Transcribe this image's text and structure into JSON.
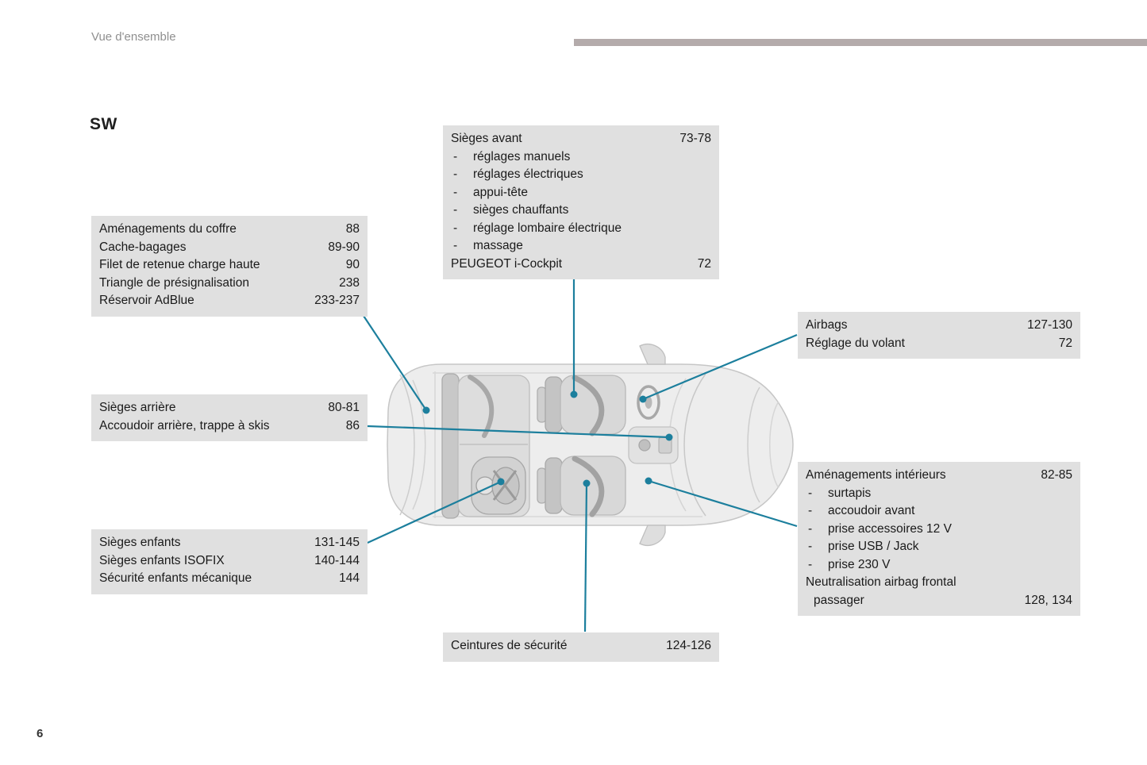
{
  "page": {
    "header": "Vue d'ensemble",
    "section_title": "SW",
    "page_number": "6"
  },
  "misc": {
    "dash": "-"
  },
  "colors": {
    "connector": "#1c7f9d",
    "box_bg": "#e0e0e0",
    "topbar": "#b4abab"
  },
  "boxes": {
    "front_seats": {
      "rows": [
        {
          "label": "Sièges avant",
          "pages": "73-78"
        },
        {
          "label": "réglages manuels"
        },
        {
          "label": "réglages électriques"
        },
        {
          "label": "appui-tête"
        },
        {
          "label": "sièges chauffants"
        },
        {
          "label": "réglage lombaire électrique"
        },
        {
          "label": "massage"
        },
        {
          "label": "PEUGEOT i-Cockpit",
          "pages": "72"
        }
      ]
    },
    "trunk": {
      "rows": [
        {
          "label": "Aménagements du coffre",
          "pages": "88"
        },
        {
          "label": "Cache-bagages",
          "pages": "89-90"
        },
        {
          "label": "Filet de retenue charge haute",
          "pages": "90"
        },
        {
          "label": "Triangle de présignalisation",
          "pages": "238"
        },
        {
          "label": "Réservoir AdBlue",
          "pages": "233-237"
        }
      ]
    },
    "airbags": {
      "rows": [
        {
          "label": "Airbags",
          "pages": "127-130"
        },
        {
          "label": "Réglage du volant",
          "pages": "72"
        }
      ]
    },
    "rear_seats": {
      "rows": [
        {
          "label": "Sièges arrière",
          "pages": "80-81"
        },
        {
          "label": "Accoudoir arrière, trappe à skis",
          "pages": "86"
        }
      ]
    },
    "interior": {
      "rows": [
        {
          "label": "Aménagements intérieurs",
          "pages": "82-85"
        },
        {
          "label": "surtapis"
        },
        {
          "label": "accoudoir avant"
        },
        {
          "label": "prise accessoires 12 V"
        },
        {
          "label": "prise USB / Jack"
        },
        {
          "label": "prise 230 V"
        },
        {
          "label": "Neutralisation airbag frontal"
        },
        {
          "label": "passager",
          "pages": "128, 134"
        }
      ]
    },
    "child_seats": {
      "rows": [
        {
          "label": "Sièges enfants",
          "pages": "131-145"
        },
        {
          "label": "Sièges enfants ISOFIX",
          "pages": "140-144"
        },
        {
          "label": "Sécurité enfants mécanique",
          "pages": "144"
        }
      ]
    },
    "seat_belts": {
      "rows": [
        {
          "label": "Ceintures de sécurité",
          "pages": "124-126"
        }
      ]
    }
  }
}
